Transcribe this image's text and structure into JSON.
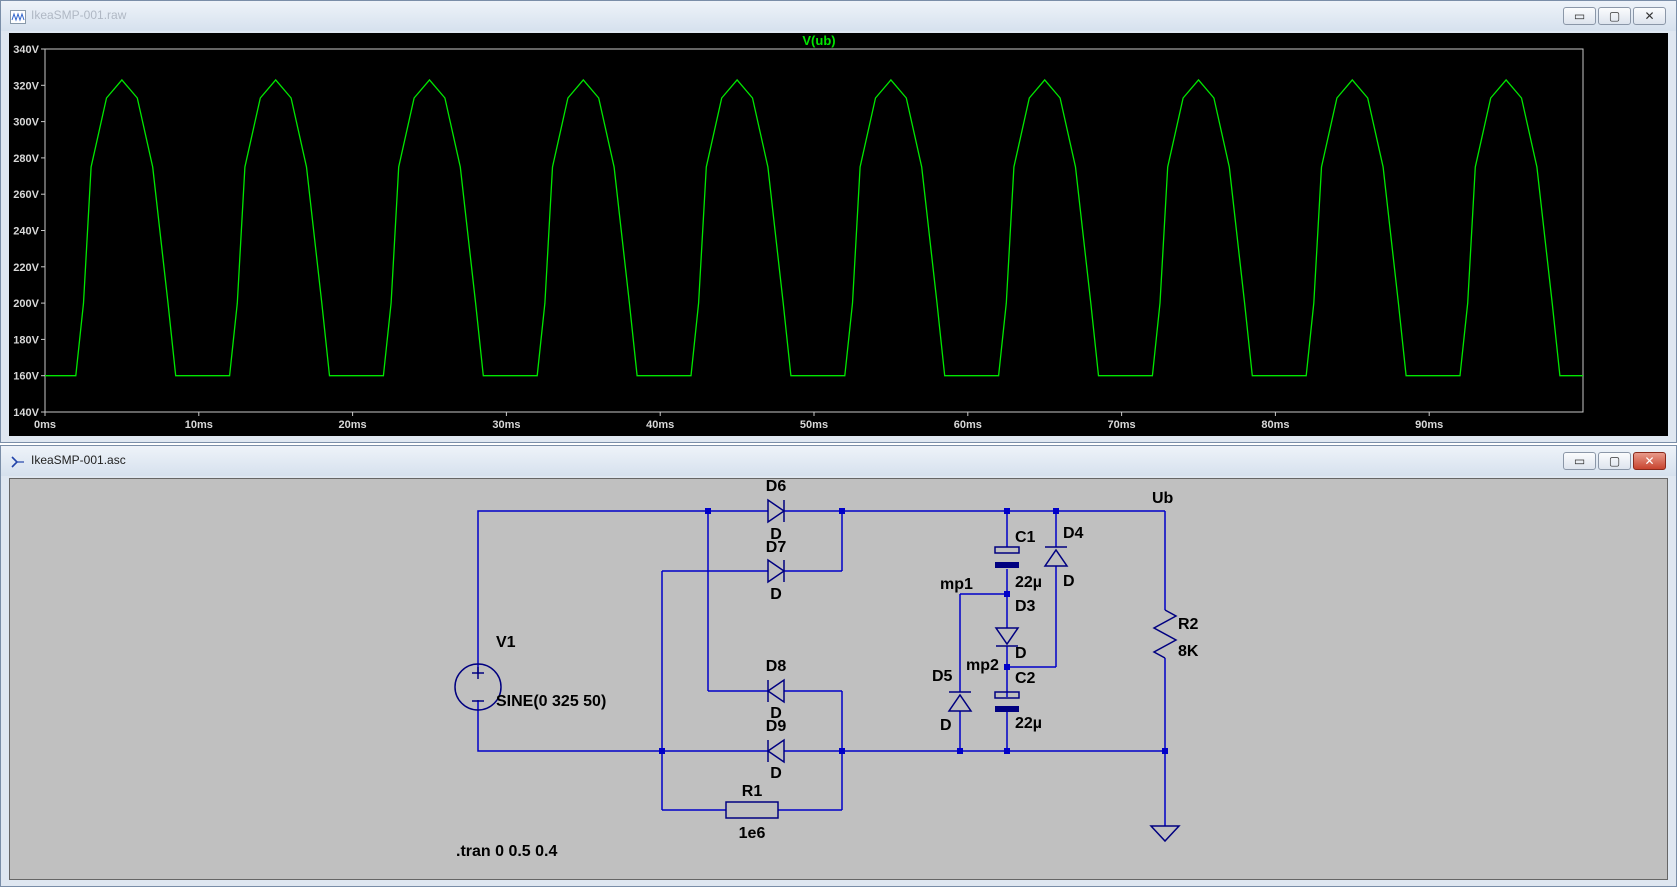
{
  "plot_window": {
    "title": "IkeaSMP-001.raw",
    "buttons": {
      "minimize": "▭",
      "maximize": "▢",
      "close": "✕"
    }
  },
  "schematic_window": {
    "title": "IkeaSMP-001.asc",
    "buttons": {
      "minimize": "▭",
      "maximize": "▢",
      "close": "✕"
    }
  },
  "chart_data": {
    "type": "line",
    "title": "V(ub)",
    "xlabel": "",
    "ylabel": "",
    "x_ticks": [
      "0ms",
      "10ms",
      "20ms",
      "30ms",
      "40ms",
      "50ms",
      "60ms",
      "70ms",
      "80ms",
      "90ms"
    ],
    "y_ticks": [
      "140V",
      "160V",
      "180V",
      "200V",
      "220V",
      "240V",
      "260V",
      "280V",
      "300V",
      "320V",
      "340V"
    ],
    "xlim": [
      0,
      100
    ],
    "ylim": [
      140,
      340
    ],
    "grid": false,
    "colors": {
      "trace": "#00e600",
      "axis_labels": "#d8d8d8",
      "background": "#000000"
    },
    "series": [
      {
        "name": "V(ub)",
        "period_ms": 10,
        "floor_v": 160,
        "peak_v": 323,
        "x": [
          0,
          1.0,
          2.0,
          2.5,
          3.0,
          4.0,
          5.0,
          6.0,
          7.0,
          8.0,
          8.5,
          10
        ],
        "y": [
          160,
          160,
          160,
          200,
          275,
          313,
          323,
          313,
          275,
          200,
          160,
          160
        ]
      }
    ]
  },
  "schematic": {
    "components": {
      "D6": {
        "name": "D6",
        "model": "D"
      },
      "D7": {
        "name": "D7",
        "model": "D"
      },
      "D8": {
        "name": "D8",
        "model": "D"
      },
      "D9": {
        "name": "D9",
        "model": "D"
      },
      "D3": {
        "name": "D3",
        "model": "D"
      },
      "D4": {
        "name": "D4",
        "model": "D"
      },
      "D5": {
        "name": "D5",
        "model": "D"
      },
      "C1": {
        "name": "C1",
        "value": "22µ"
      },
      "C2": {
        "name": "C2",
        "value": "22µ"
      },
      "R1": {
        "name": "R1",
        "value": "1e6"
      },
      "R2": {
        "name": "R2",
        "value": "8K"
      },
      "V1": {
        "name": "V1",
        "value": "SINE(0 325 50)"
      }
    },
    "net_labels": {
      "ub": "Ub",
      "mp1": "mp1",
      "mp2": "mp2"
    },
    "directive": ".tran 0 0.5 0.4",
    "colors": {
      "wire": "#0000c8",
      "component": "#000080",
      "text": "#000000",
      "background": "#c0c0c0"
    }
  }
}
